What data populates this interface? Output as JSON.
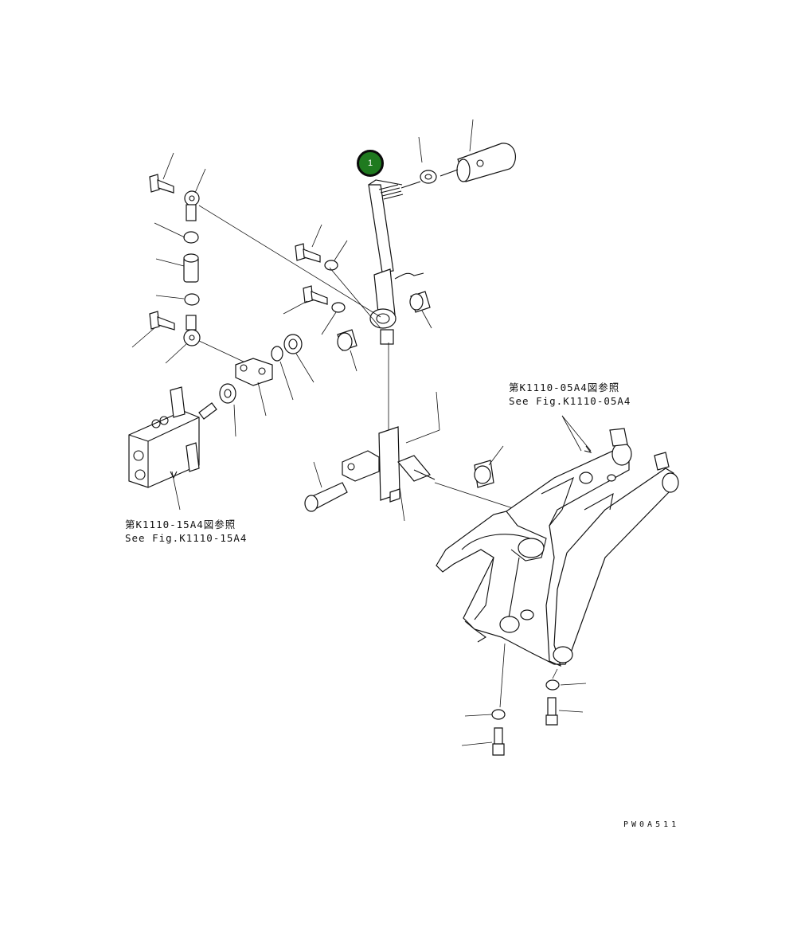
{
  "callouts": [
    {
      "number": "1"
    }
  ],
  "references": {
    "left": {
      "line_jp": "第K1110-15A4図参照",
      "line_en": "See Fig.K1110-15A4"
    },
    "right": {
      "line_jp": "第K1110-05A4図参照",
      "line_en": "See Fig.K1110-05A4"
    }
  },
  "drawing_code": "PW0A511",
  "icons": {
    "callout": "circle-callout-icon"
  },
  "colors": {
    "callout_fill": "#1f7a1f",
    "line": "#111111",
    "background": "#ffffff"
  }
}
